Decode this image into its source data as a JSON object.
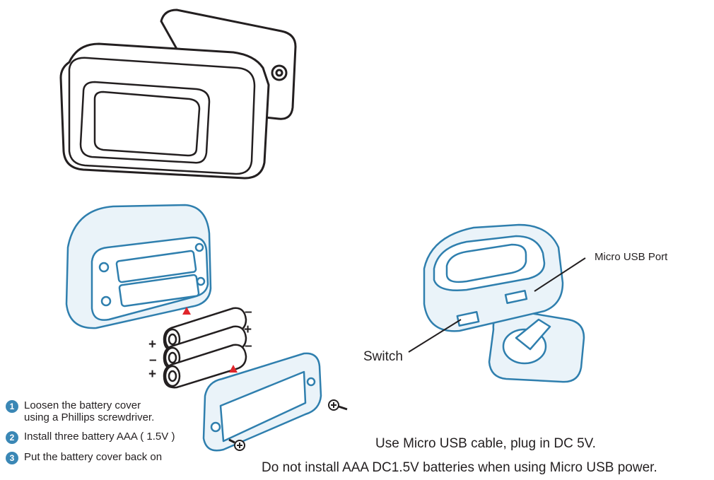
{
  "labels": {
    "micro_usb_port": "Micro USB Port",
    "switch": "Switch"
  },
  "steps": [
    {
      "num": "1",
      "text": "Loosen the battery cover",
      "text2": "using a Phillips screwdriver."
    },
    {
      "num": "2",
      "text": "Install three battery AAA ( 1.5V )"
    },
    {
      "num": "3",
      "text": "Put the battery cover back on"
    }
  ],
  "notes": {
    "line1": "Use Micro USB cable, plug in DC 5V.",
    "line2": "Do not install AAA DC1.5V  batteries when using Micro USB power."
  },
  "polarity": {
    "right": [
      "–",
      "+",
      "–"
    ],
    "left": [
      "+",
      "–",
      "+"
    ]
  },
  "colors": {
    "outline_dark": "#231f20",
    "outline_blue": "#2f7fae",
    "fill_blue": "#eaf3f9",
    "arrow_red": "#e0252a",
    "step_badge": "#3a87b5"
  }
}
